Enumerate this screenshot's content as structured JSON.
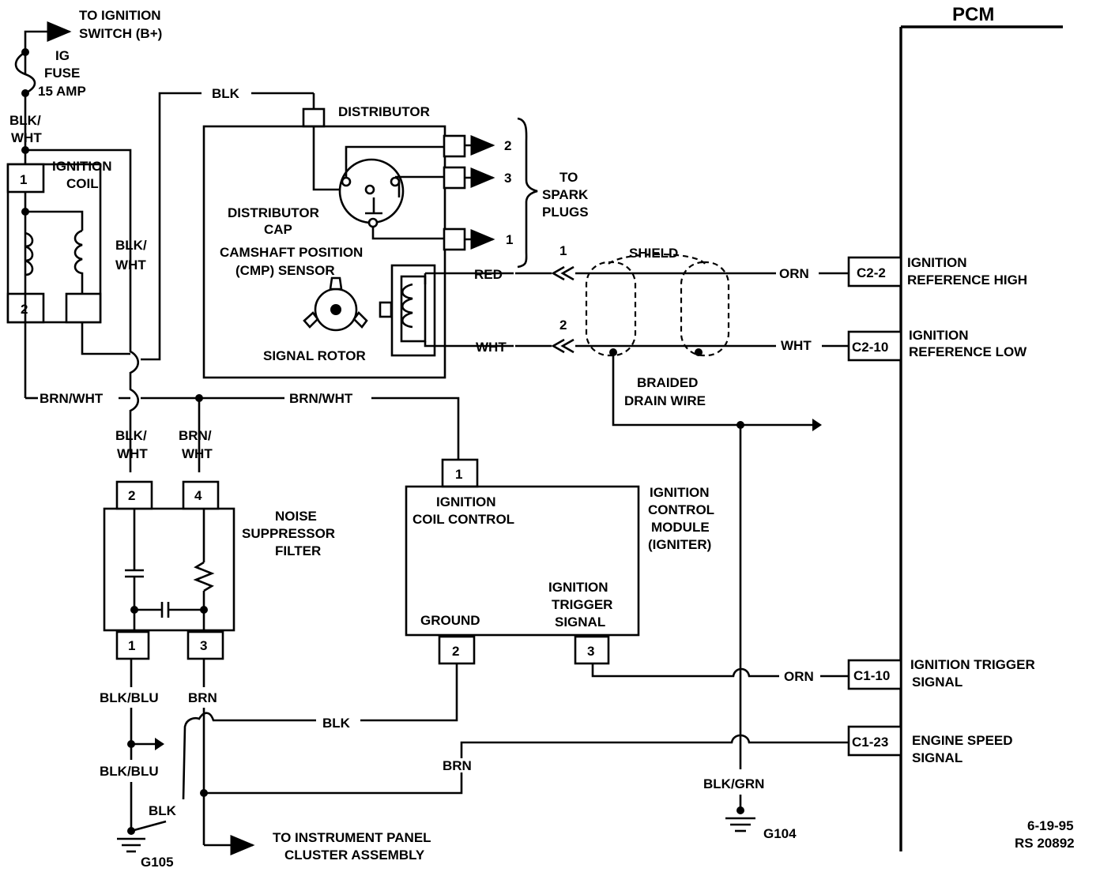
{
  "pcm": {
    "title": "PCM"
  },
  "power": {
    "to_ignition_switch": [
      "TO IGNITION",
      "SWITCH (B+)"
    ],
    "fuse": [
      "IG",
      "FUSE",
      "15 AMP"
    ]
  },
  "coil": {
    "title": [
      "IGNITION",
      "COIL"
    ],
    "pin1": "1",
    "pin2": "2"
  },
  "distributor": {
    "title": "DISTRIBUTOR",
    "cap": [
      "DISTRIBUTOR",
      "CAP"
    ],
    "cmp": [
      "CAMSHAFT POSITION",
      "(CMP) SENSOR"
    ],
    "rotor": "SIGNAL ROTOR",
    "plugs": [
      "2",
      "3",
      "1"
    ],
    "to_plugs": [
      "TO",
      "SPARK",
      "PLUGS"
    ]
  },
  "wires": {
    "blk_top": "BLK",
    "blk_wht_a": [
      "BLK/",
      "WHT"
    ],
    "blk_wht_b": [
      "BLK/",
      "WHT"
    ],
    "brn_wht_left": "BRN/WHT",
    "brn_wht_mid": "BRN/WHT",
    "blk_wht_c": [
      "BLK/",
      "WHT"
    ],
    "brn_wht_c": [
      "BRN/",
      "WHT"
    ],
    "red": "RED",
    "wht": "WHT",
    "orn_high": "ORN",
    "wht_low": "WHT",
    "num1": "1",
    "num2": "2",
    "shield": "SHIELD",
    "drain": [
      "BRAIDED",
      "DRAIN WIRE"
    ],
    "orn_trigger": "ORN",
    "brn_speed": "BRN",
    "blk_blu_a": "BLK/BLU",
    "blk_blu_b": "BLK/BLU",
    "brn_filter": "BRN",
    "blk_ground": "BLK",
    "blk_lower": "BLK",
    "blk_grn": "BLK/GRN"
  },
  "filter": {
    "title": [
      "NOISE",
      "SUPPRESSOR",
      "FILTER"
    ],
    "pins": [
      "2",
      "4",
      "1",
      "3"
    ]
  },
  "icm": {
    "title": [
      "IGNITION",
      "CONTROL",
      "MODULE",
      "(IGNITER)"
    ],
    "coil_control": [
      "IGNITION",
      "COIL CONTROL"
    ],
    "ground": "GROUND",
    "trigger": [
      "IGNITION",
      "TRIGGER",
      "SIGNAL"
    ],
    "pins": [
      "1",
      "2",
      "3"
    ]
  },
  "connectors": {
    "c2_2": "C2-2",
    "c2_10": "C2-10",
    "c1_10": "C1-10",
    "c1_23": "C1-23",
    "ref_high": [
      "IGNITION",
      "REFERENCE HIGH"
    ],
    "ref_low": [
      "IGNITION",
      "REFERENCE LOW"
    ],
    "trig": [
      "IGNITION TRIGGER",
      "SIGNAL"
    ],
    "speed": [
      "ENGINE SPEED",
      "SIGNAL"
    ]
  },
  "grounds": {
    "g105": "G105",
    "g104": "G104"
  },
  "footer": {
    "to_cluster": [
      "TO INSTRUMENT PANEL",
      "CLUSTER ASSEMBLY"
    ],
    "ref": [
      "6-19-95",
      "RS 20892"
    ]
  }
}
